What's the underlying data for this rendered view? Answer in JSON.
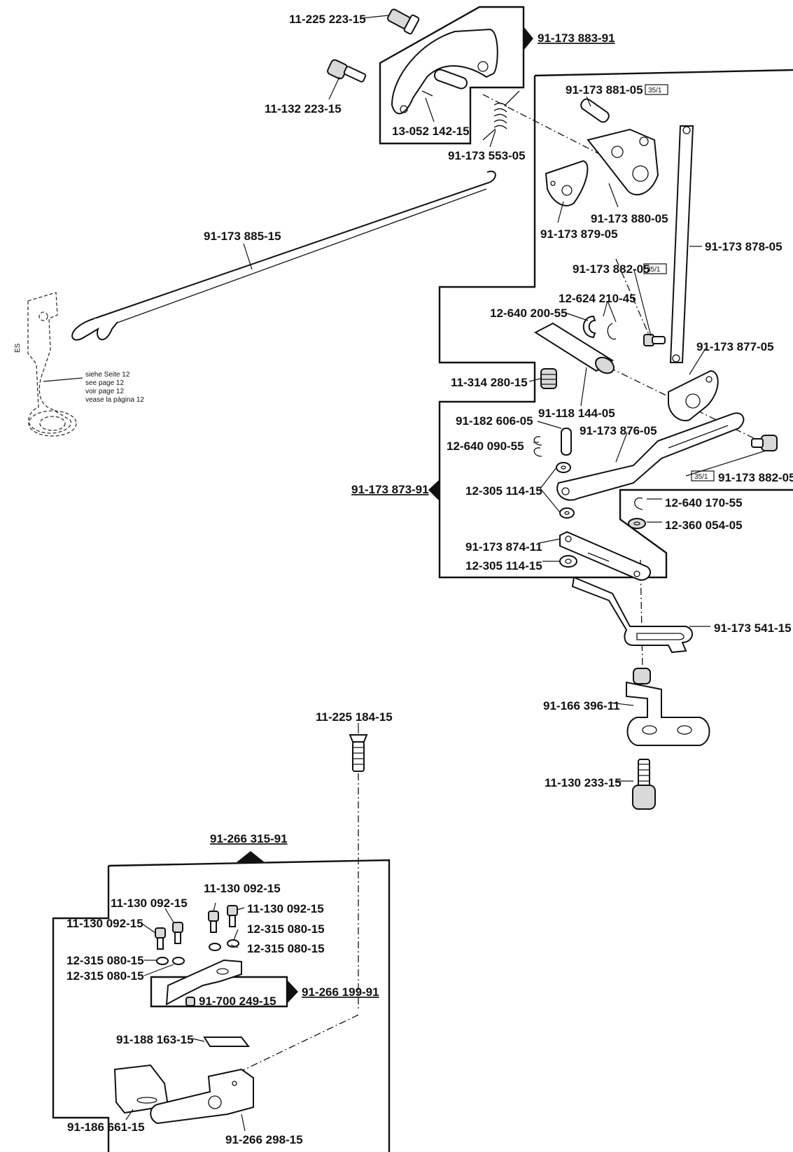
{
  "labels": {
    "l1": "11-225 223-15",
    "l2": "91-173 883-91",
    "l3": "11-132 223-15",
    "l4": "13-052 142-15",
    "l5": "91-173 553-05",
    "l6": "91-173 881-05",
    "l7": "91-173 880-05",
    "l8": "91-173 879-05",
    "l9": "91-173 885-15",
    "l10": "91-173 878-05",
    "l11": "91-173 882-05",
    "l12": "12-624 210-45",
    "l13": "12-640 200-55",
    "l14": "91-173 877-05",
    "l15": "11-314 280-15",
    "l16": "91-118 144-05",
    "l17": "91-182 606-05",
    "l18": "91-173 876-05",
    "l19": "12-640 090-55",
    "l20": "91-173 873-91",
    "l21": "12-305 114-15",
    "l22": "91-173 882-05",
    "l23": "12-640 170-55",
    "l24": "12-360 054-05",
    "l25": "91-173 874-11",
    "l26": "12-305 114-15",
    "l27": "91-173 541-15",
    "l28": "91-166 396-11",
    "l29": "11-225 184-15",
    "l30": "11-130 233-15",
    "l31": "91-266 315-91",
    "l32": "11-130 092-15",
    "l33": "11-130 092-15",
    "l34": "11-130 092-15",
    "l35": "11-130 092-15",
    "l36": "12-315 080-15",
    "l37": "12-315 080-15",
    "l38": "12-315 080-15",
    "l39": "12-315 080-15",
    "l40": "91-266 199-91",
    "l41": "91-700 249-15",
    "l42": "91-188 163-15",
    "l43": "91-186 661-15",
    "l44": "91-266 298-15"
  },
  "badge": "35/1",
  "side_code": "ES",
  "reference_note": [
    "siehe Seite 12",
    "see page 12",
    "voir page 12",
    "vease la pàgina 12"
  ]
}
